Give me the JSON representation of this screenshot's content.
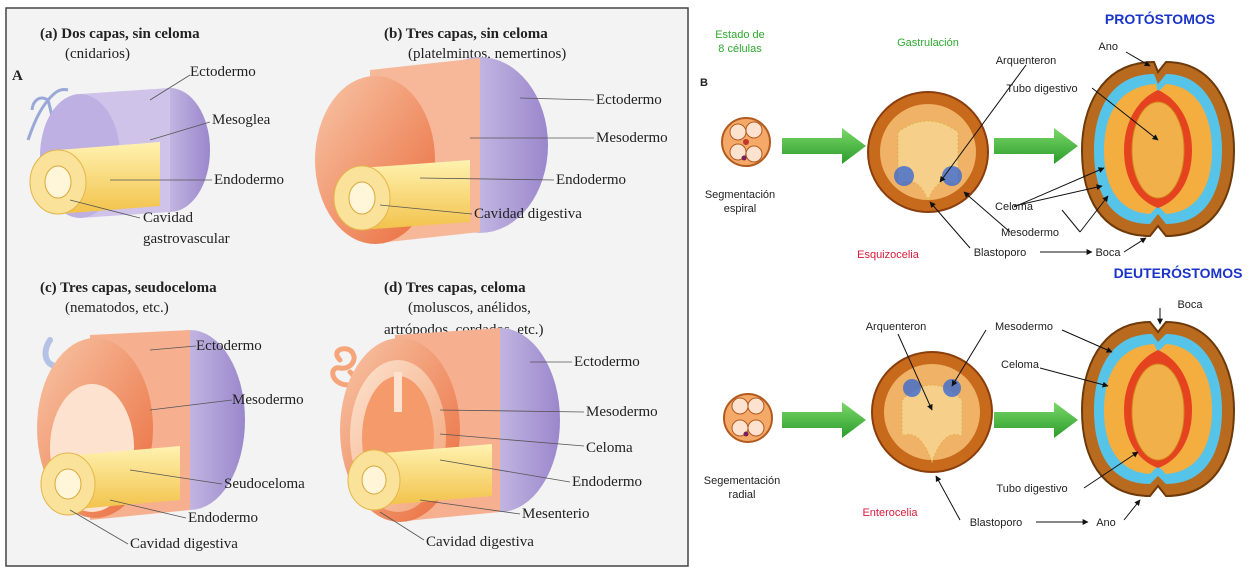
{
  "panelA": {
    "letter": "A",
    "a": {
      "title": "(a) Dos capas, sin celoma",
      "subtitle": "(cnidarios)",
      "labels": [
        "Ectodermo",
        "Mesoglea",
        "Endodermo",
        "Cavidad",
        "gastrovascular"
      ]
    },
    "b": {
      "title": "(b) Tres capas, sin celoma",
      "subtitle": "(platelmintos, nemertinos)",
      "labels": [
        "Ectodermo",
        "Mesodermo",
        "Endodermo",
        "Cavidad digestiva"
      ]
    },
    "c": {
      "title": "(c) Tres capas, seudoceloma",
      "subtitle": "(nematodos, etc.)",
      "labels": [
        "Ectodermo",
        "Mesodermo",
        "Seudoceloma",
        "Endodermo",
        "Cavidad digestiva"
      ]
    },
    "d": {
      "title": "(d) Tres capas, celoma",
      "subtitle": "(moluscos, anélidos,",
      "subtitle2": "artrópodos, cordados, etc.)",
      "labels": [
        "Ectodermo",
        "Mesodermo",
        "Celoma",
        "Endodermo",
        "Mesenterio",
        "Cavidad digestiva"
      ]
    }
  },
  "panelB": {
    "letter": "B",
    "estado": [
      "Estado de",
      "8 células"
    ],
    "gastrulacion": "Gastrulación",
    "protostomos": "PROTÓSTOMOS",
    "deuterostomos": "DEUTERÓSTOMOS",
    "top": {
      "seg": [
        "Segmentación",
        "espiral"
      ],
      "esquizocelia": "Esquizocelia",
      "arquenteron": "Arquenteron",
      "tubo": "Tubo digestivo",
      "celoma": "Celoma",
      "mesodermo": "Mesodermo",
      "blastoporo": "Blastoporo",
      "boca": "Boca",
      "ano": "Ano"
    },
    "bottom": {
      "seg": [
        "Segementación",
        "radial"
      ],
      "enterocelia": "Enterocelia",
      "arquenteron": "Arquenteron",
      "mesodermo": "Mesodermo",
      "celoma": "Celoma",
      "tubo": "Tubo digestivo",
      "blastoporo": "Blastoporo",
      "ano": "Ano",
      "boca": "Boca"
    }
  },
  "colors": {
    "green": "#2fa82f",
    "blue": "#1a34c8",
    "red": "#d81b3a",
    "orange": "#e8833a",
    "cyan": "#56c3e8",
    "purple": "#9b87c9"
  }
}
